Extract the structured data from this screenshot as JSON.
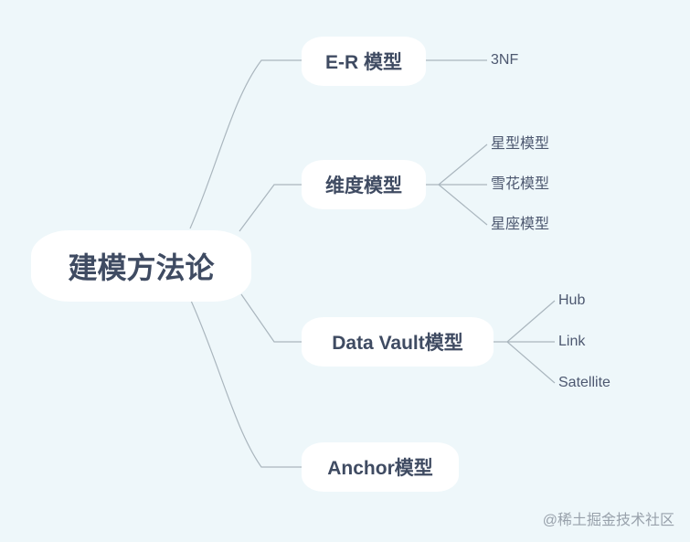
{
  "root": {
    "label": "建模方法论"
  },
  "branches": [
    {
      "label": "E-R 模型",
      "children": [
        "3NF"
      ]
    },
    {
      "label": "维度模型",
      "children": [
        "星型模型",
        "雪花模型",
        "星座模型"
      ]
    },
    {
      "label": "Data Vault模型",
      "children": [
        "Hub",
        "Link",
        "Satellite"
      ]
    },
    {
      "label": "Anchor模型",
      "children": []
    }
  ],
  "watermark": "@稀土掘金技术社区",
  "colors": {
    "background": "#eef7fa",
    "node_fill": "#ffffff",
    "text": "#3f4b62",
    "connector": "#aab6be"
  }
}
